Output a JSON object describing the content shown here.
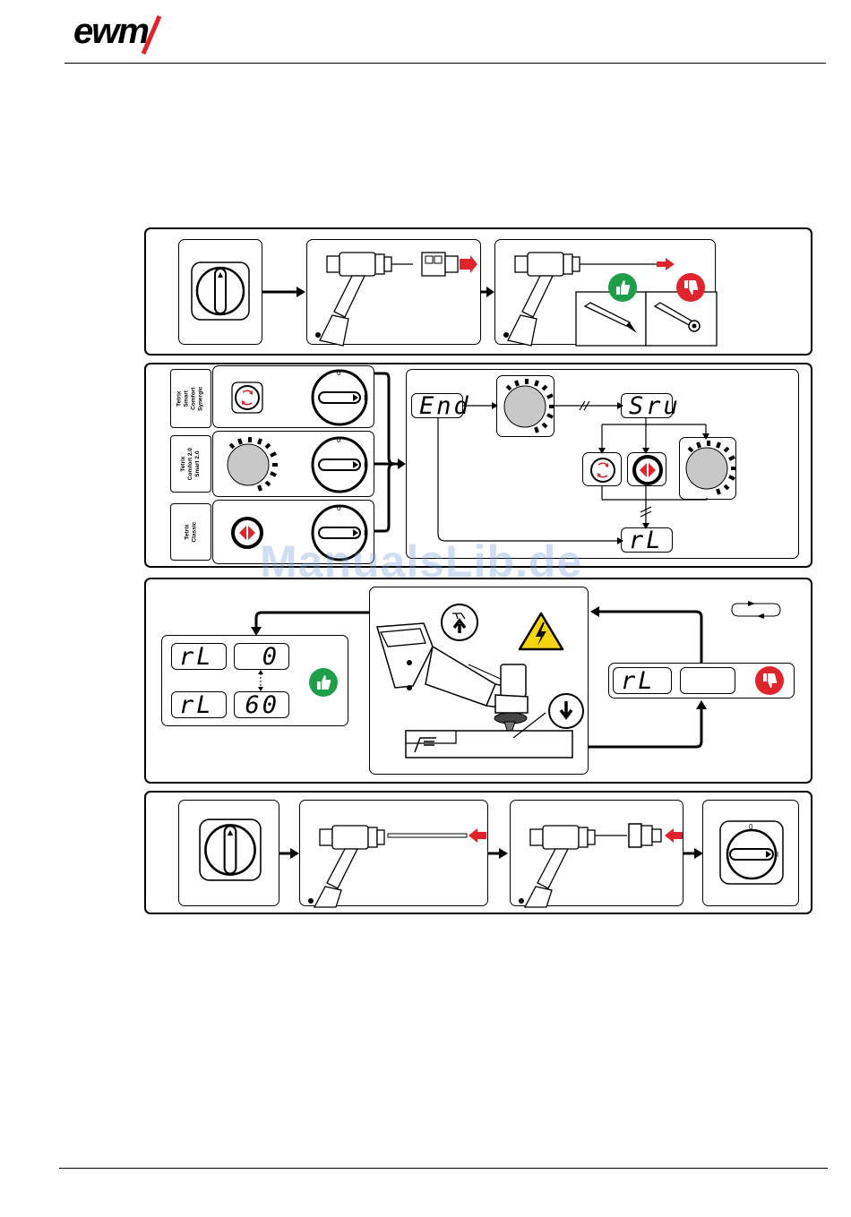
{
  "header": {
    "brand": "ewm"
  },
  "watermark": "ManualsLib.de",
  "panel2": {
    "labels": [
      "Tetrix\nSmart\nComfort\nSynergic",
      "Tetrix\nComfort 2.0\nSmart 2.0",
      "Tetrix\nClassic"
    ],
    "switch_zero": "0",
    "switch_one": "I",
    "display_end": "End",
    "display_sru": "Sru",
    "display_rl": "rL"
  },
  "panel3": {
    "left_rows": [
      {
        "param": "rL",
        "value": "0"
      },
      {
        "param": "rL",
        "value": "60"
      }
    ],
    "right_row": {
      "param": "rL",
      "value": ""
    }
  },
  "panel4": {
    "switch_zero": "0",
    "switch_one": "I"
  },
  "colors": {
    "thumb_up": "#1f9e4a",
    "thumb_down": "#e0242b",
    "arrow_red": "#e0242b",
    "warning": "#f5d30f",
    "brand_red": "#e0242b"
  }
}
